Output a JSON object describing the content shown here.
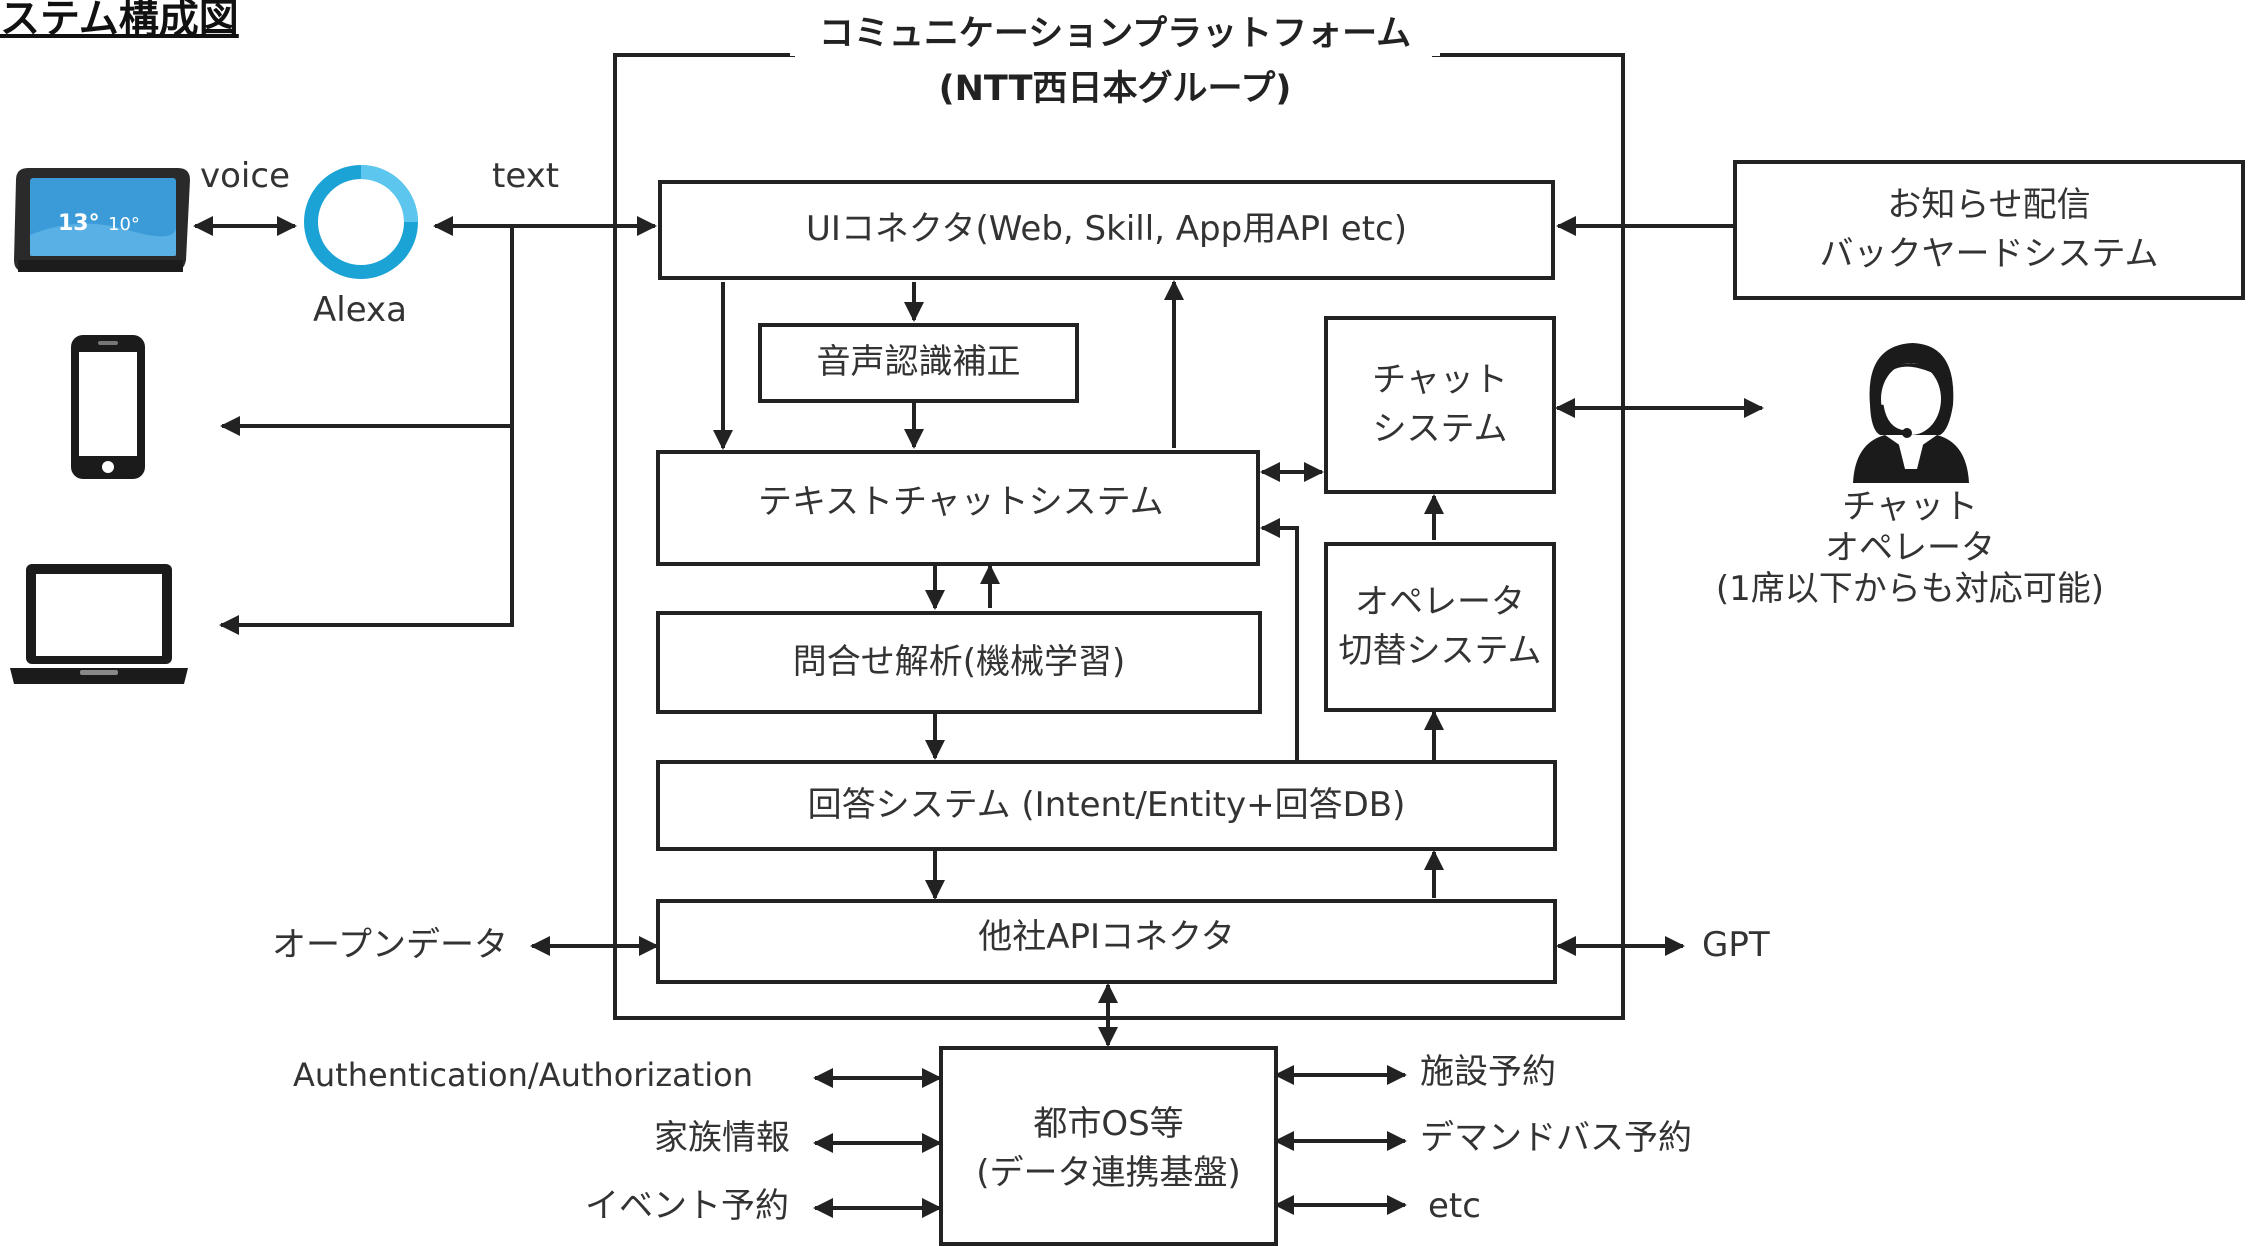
{
  "header": {
    "title": "ステム構成図"
  },
  "platform": {
    "name": "コミュニケーションプラットフォーム",
    "owner": "(NTT西日本グループ)"
  },
  "boxes": {
    "ui_connector": "UIコネクタ(Web, Skill, App用API etc)",
    "speech_correction": "音声認識補正",
    "text_chat": "テキストチャットシステム",
    "inquiry_analysis": "問合せ解析(機械学習)",
    "answer_system": "回答システム (Intent/Entity+回答DB)",
    "other_api": "他社APIコネクタ",
    "chat_system": "チャット\nシステム",
    "operator_switch": "オペレータ\n切替システム",
    "notice_backyard": "お知らせ配信\nバックヤードシステム",
    "city_os": "都市OS等\n(データ連携基盤)"
  },
  "labels": {
    "voice": "voice",
    "text": "text",
    "alexa": "Alexa",
    "chat_operator": "チャット\nオペレータ\n(1席以下からも対応可能)",
    "open_data": "オープンデータ",
    "gpt": "GPT",
    "auth": "Authentication/Authorization",
    "family": "家族情報",
    "event": "イベント予約",
    "facility": "施設予約",
    "demand_bus": "デマンドバス予約",
    "etc": "etc"
  },
  "device_screen": {
    "temp1": "13°",
    "temp2": "10°"
  },
  "colors": {
    "alexa_ring": "#1ba3d6",
    "line": "#222222",
    "echo_screen": "#3b9ad8"
  }
}
